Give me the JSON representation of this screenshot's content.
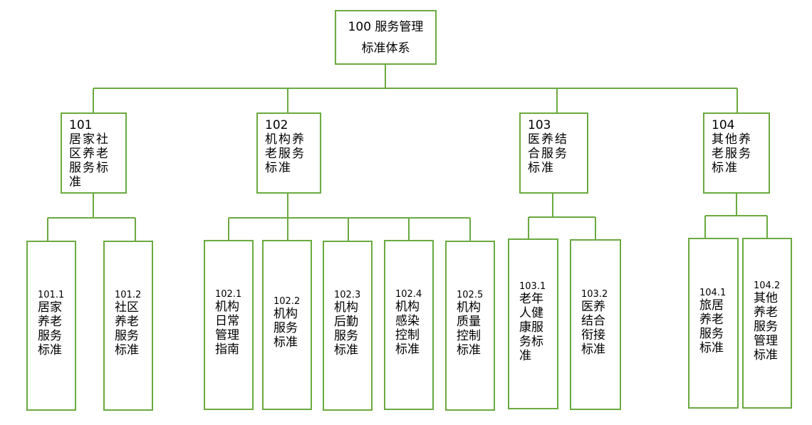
{
  "root": {
    "code": "100",
    "title_line1": "服务管理",
    "title_line2": "标准体系"
  },
  "categories": [
    {
      "code": "101",
      "name": "居家社区养老服务标准",
      "children": [
        {
          "code": "101.1",
          "name": "居家养老服务标准"
        },
        {
          "code": "101.2",
          "name": "社区养老服务标准"
        }
      ]
    },
    {
      "code": "102",
      "name": "机构养老服务标准",
      "children": [
        {
          "code": "102.1",
          "name": "机构日常管理指南"
        },
        {
          "code": "102.2",
          "name": "机构服务标准"
        },
        {
          "code": "102.3",
          "name": "机构后勤服务标准"
        },
        {
          "code": "102.4",
          "name": "机构感染控制标准"
        },
        {
          "code": "102.5",
          "name": "机构质量控制标准"
        }
      ]
    },
    {
      "code": "103",
      "name": "医养结合服务标准",
      "children": [
        {
          "code": "103.1",
          "name": "老年人健康服务标准"
        },
        {
          "code": "103.2",
          "name": "医养结合衔接标准"
        }
      ]
    },
    {
      "code": "104",
      "name": "其他养老服务标准",
      "children": [
        {
          "code": "104.1",
          "name": "旅居养老服务标准"
        },
        {
          "code": "104.2",
          "name": "其他养老服务管理标准"
        }
      ]
    }
  ],
  "colors": {
    "line": "#6aaa3f",
    "border": "#6aaa3f",
    "text": "#000000"
  }
}
